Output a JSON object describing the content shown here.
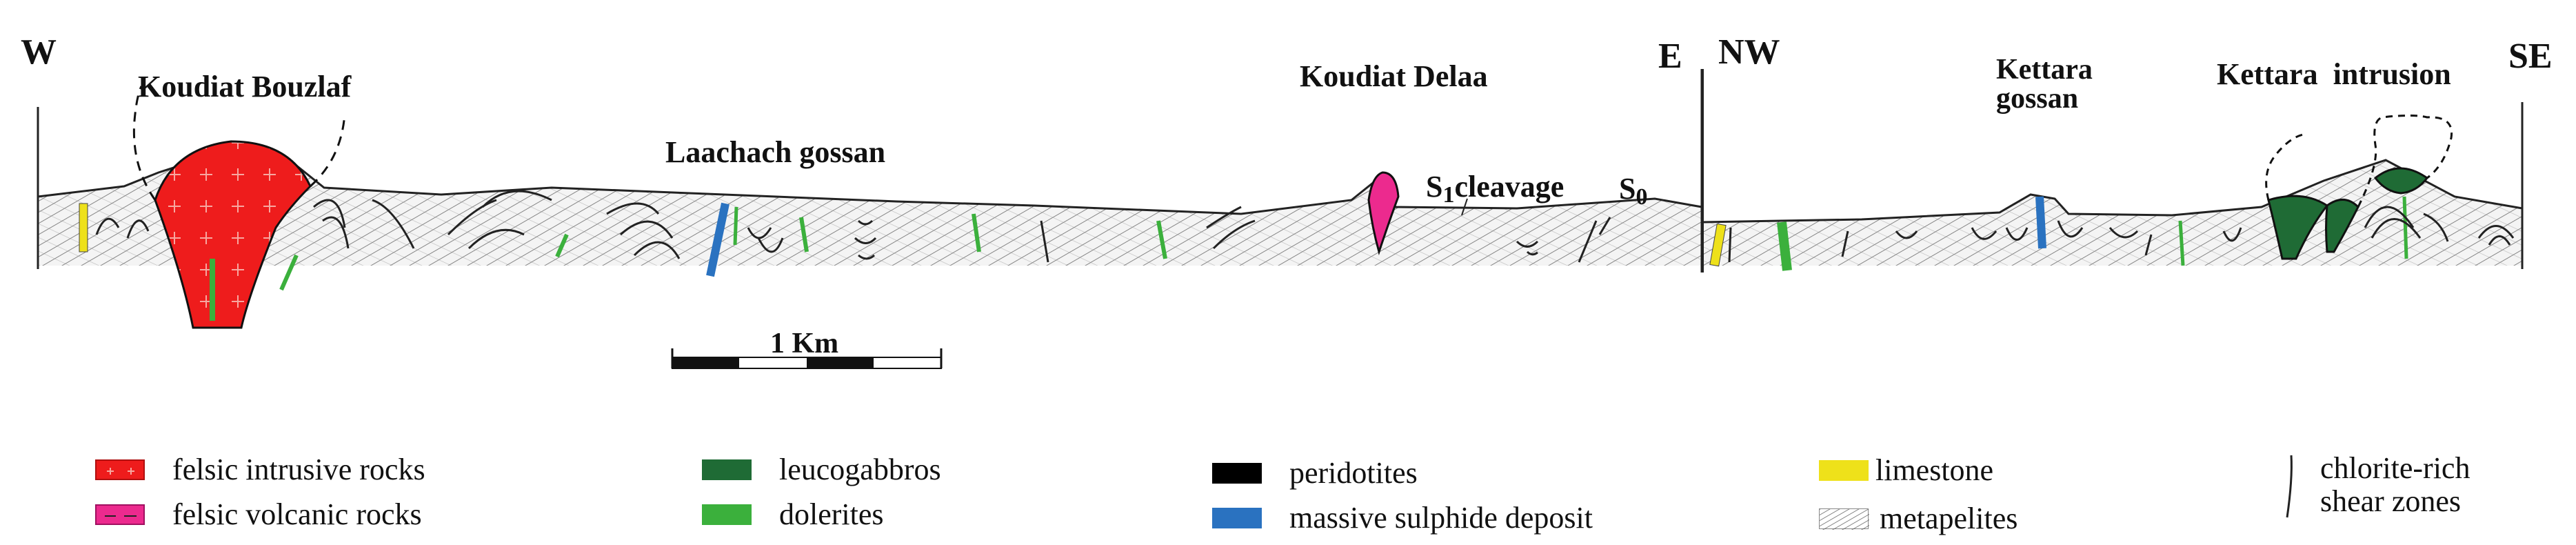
{
  "section_left": {
    "dir_west": "W",
    "dir_east": "E",
    "koudiat_bouzlaf": "Koudiat Bouzlaf",
    "koudiat_delaa": "Koudiat Delaa",
    "laachach_gossan": "Laachach gossan",
    "s1_cleavage_s": "S",
    "s1_cleavage_sub": "1",
    "s1_cleavage_word": "cleavage",
    "s0_s": "S",
    "s0_sub": "0"
  },
  "section_right": {
    "dir_nw": "NW",
    "dir_se": "SE",
    "kettara_gossan_line1": "Kettara",
    "kettara_gossan_line2": "gossan",
    "kettara_intrusion": "Kettara  intrusion"
  },
  "scale_bar": {
    "label": "1 Km"
  },
  "legend": [
    {
      "label": "felsic intrusive rocks",
      "color": "#ee1c1c",
      "pattern": "plus"
    },
    {
      "label": "felsic volcanic rocks",
      "color": "#ec2a8e",
      "pattern": "dash"
    },
    {
      "label": "leucogabbros",
      "color": "#1f6b35",
      "pattern": "none"
    },
    {
      "label": "dolerites",
      "color": "#3bb03c",
      "pattern": "none"
    },
    {
      "label": "peridotites",
      "color": "#000000",
      "pattern": "none"
    },
    {
      "label": "massive sulphide deposit",
      "color": "#2a72c0",
      "pattern": "none"
    },
    {
      "label": "limestone",
      "color": "#eee11a",
      "pattern": "none"
    },
    {
      "label": "metapelites",
      "color": "#ffffff",
      "pattern": "hatch"
    },
    {
      "label_line1": "chlorite-rich",
      "label_line2": "shear zones",
      "pattern": "line"
    }
  ]
}
